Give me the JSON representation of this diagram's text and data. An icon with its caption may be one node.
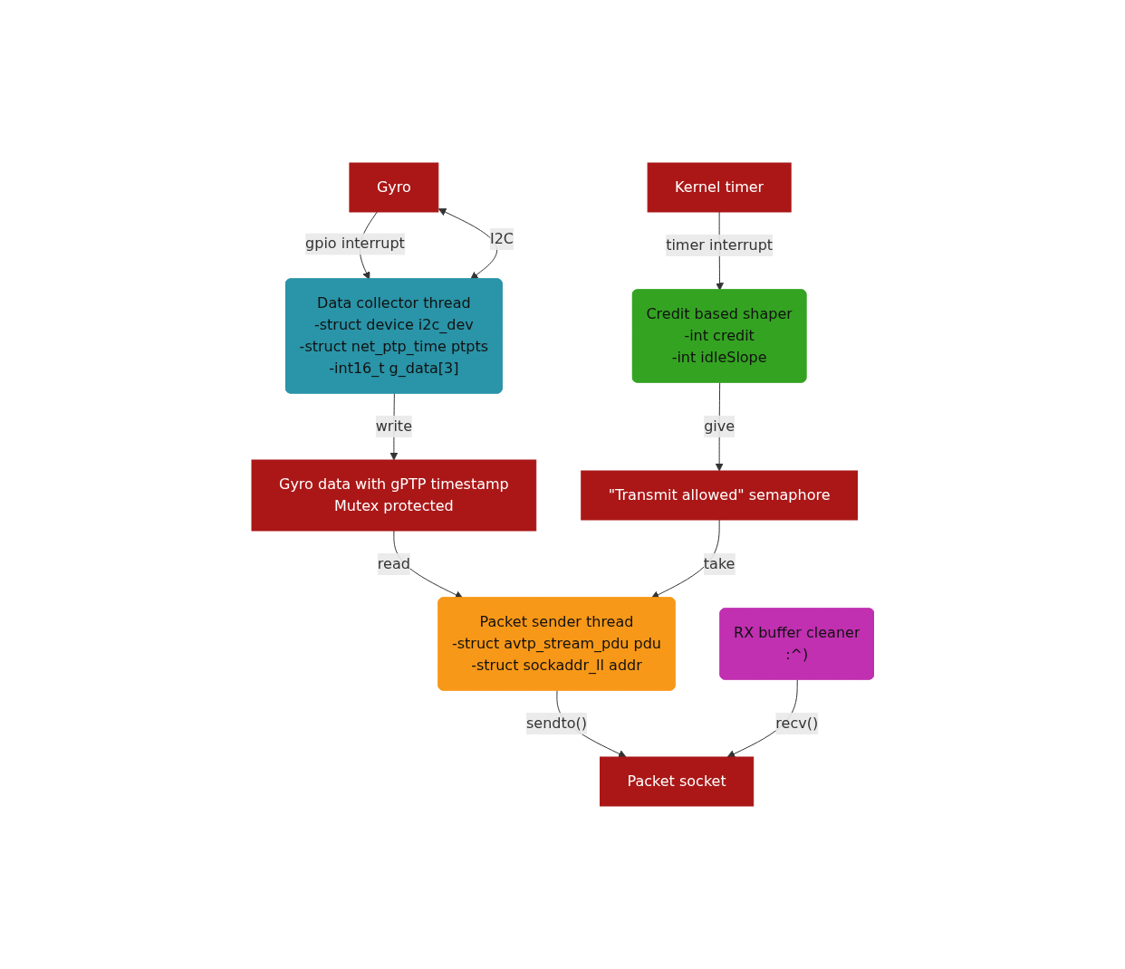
{
  "diagram": {
    "nodes": [
      {
        "text": [
          "Gyro"
        ]
      },
      {
        "text": [
          "Data collector thread",
          "-struct device i2c_dev",
          "-struct net_ptp_time ptpts",
          "-int16_t g_data[3]"
        ]
      },
      {
        "text": [
          "Gyro data with gPTP timestamp",
          "Mutex protected"
        ]
      },
      {
        "text": [
          "Packet sender thread",
          "-struct avtp_stream_pdu pdu",
          "-struct sockaddr_ll addr"
        ]
      },
      {
        "text": [
          "Kernel timer"
        ]
      },
      {
        "text": [
          "\"Transmit allowed\" semaphore"
        ]
      },
      {
        "text": [
          "Packet socket"
        ]
      },
      {
        "text": [
          "Credit based shaper",
          "-int credit",
          "-int idleSlope"
        ]
      },
      {
        "text": [
          "RX buffer cleaner",
          ":^)"
        ]
      }
    ],
    "edges": [
      {
        "from": 0,
        "to": 1,
        "arrow": "to",
        "label": "gpio interrupt"
      },
      {
        "from": 0,
        "to": 1,
        "arrow": "both",
        "label": "I2C"
      },
      {
        "from": 1,
        "to": 2,
        "arrow": "to",
        "label": "write"
      },
      {
        "from": 2,
        "to": 3,
        "arrow": "to",
        "label": "read"
      },
      {
        "from": 4,
        "to": 7,
        "arrow": "to",
        "label": "timer interrupt"
      },
      {
        "from": 7,
        "to": 5,
        "arrow": "to",
        "label": "give"
      },
      {
        "from": 5,
        "to": 3,
        "arrow": "to",
        "label": "take"
      },
      {
        "from": 3,
        "to": 6,
        "arrow": "to",
        "label": "sendto()"
      },
      {
        "from": 8,
        "to": 6,
        "arrow": "to",
        "label": "recv()"
      }
    ]
  }
}
